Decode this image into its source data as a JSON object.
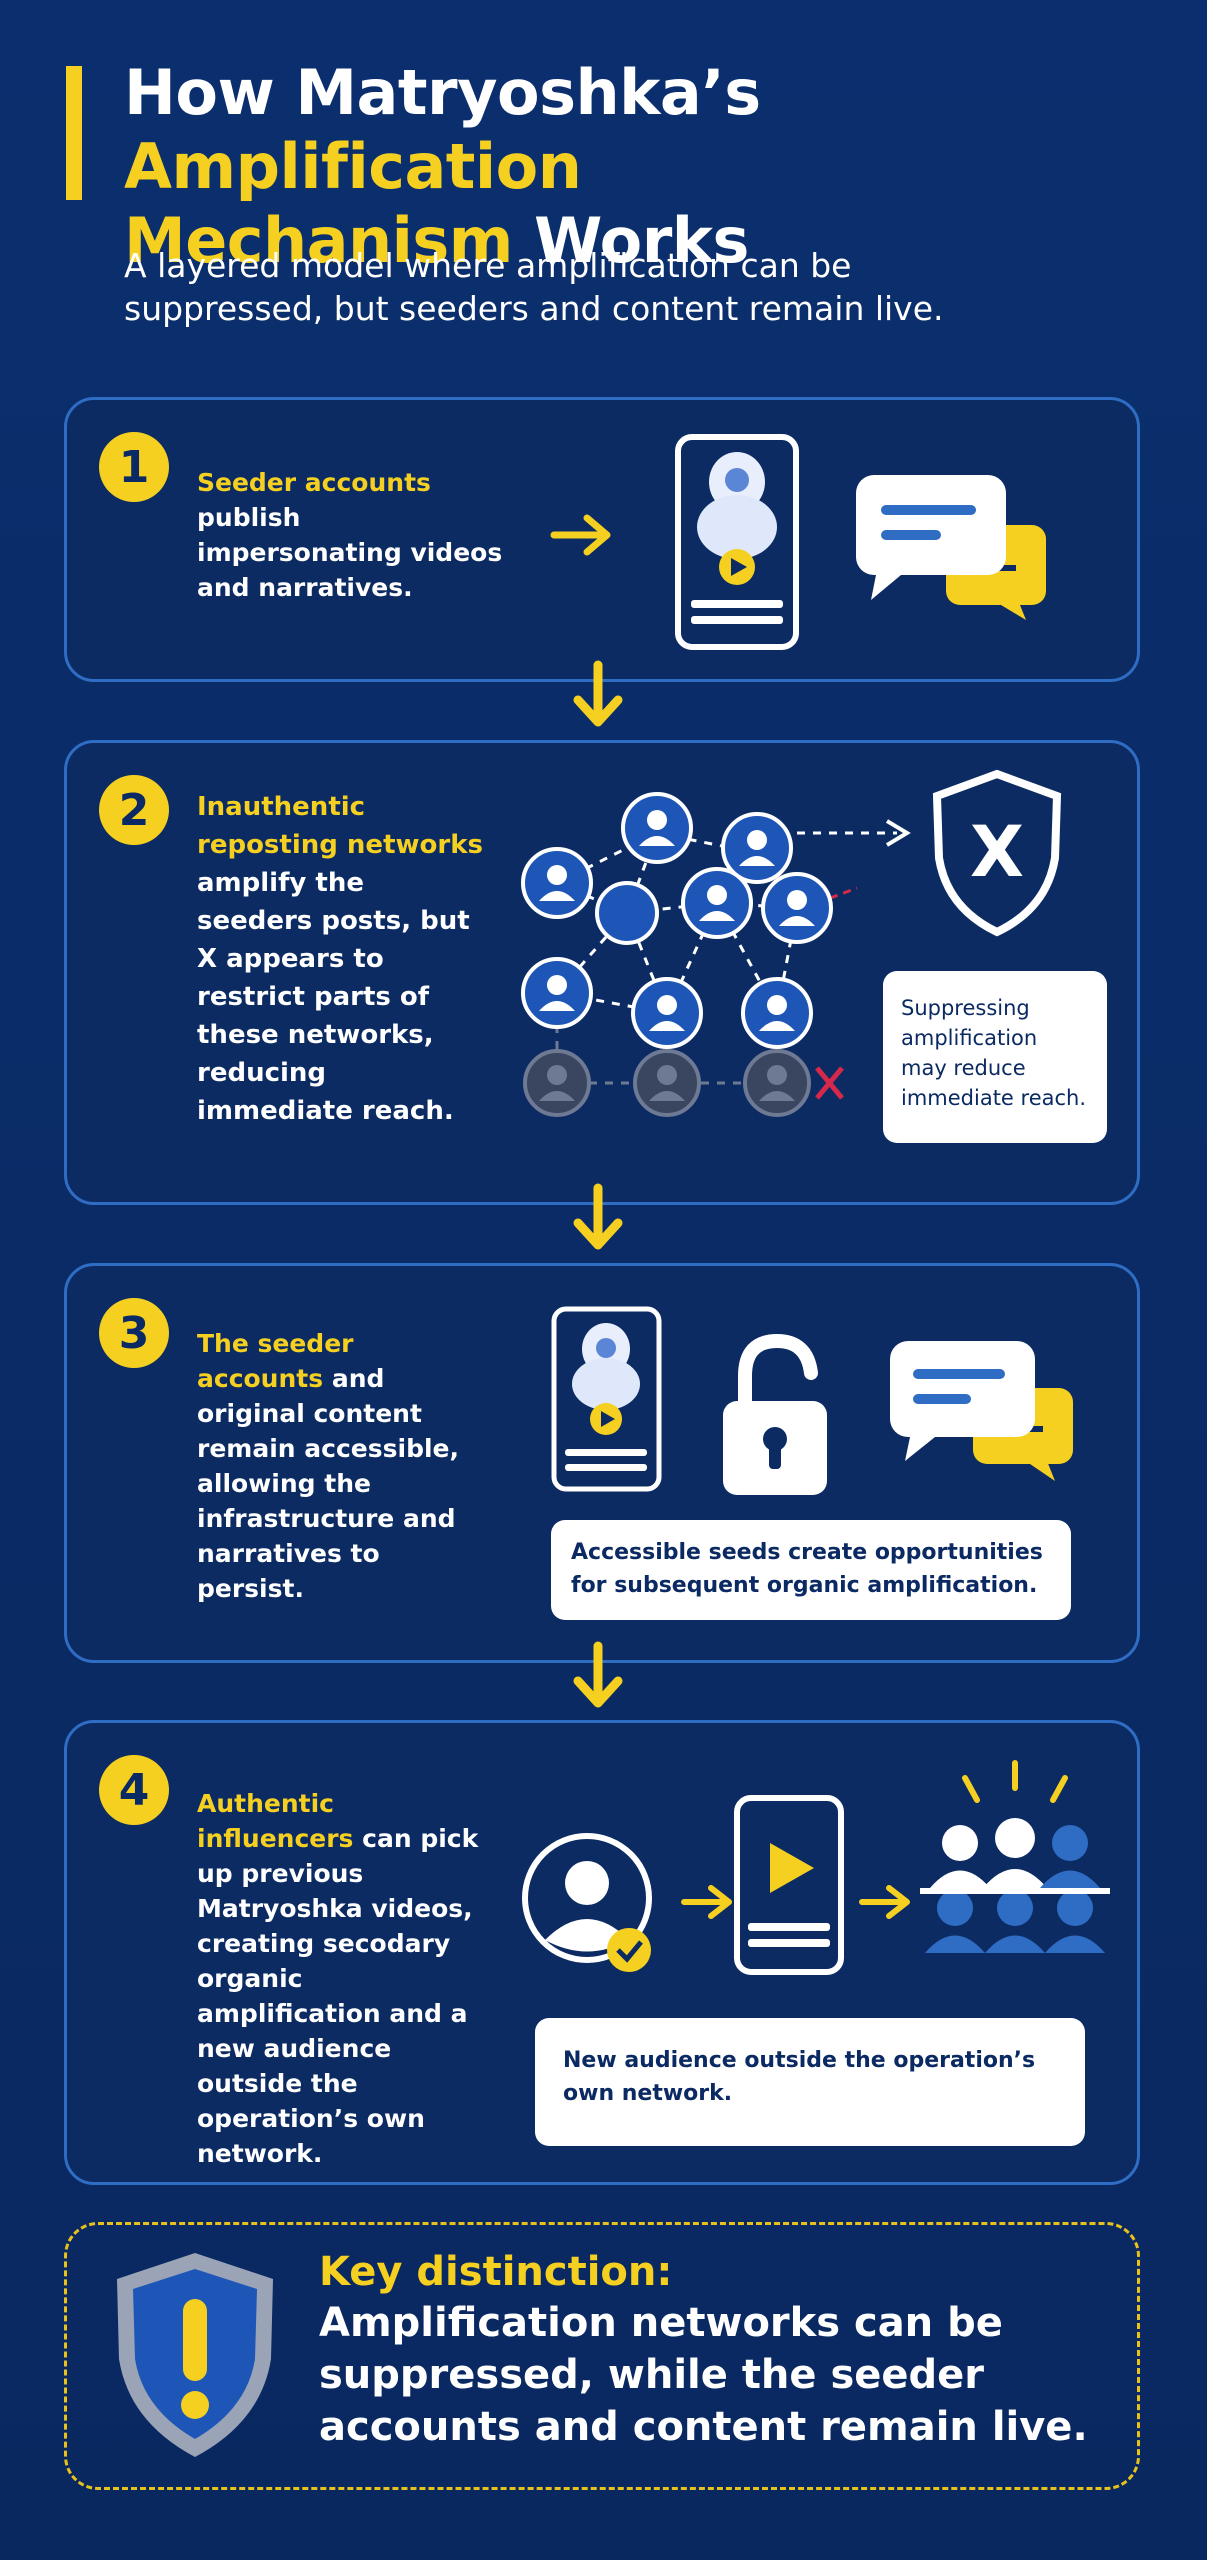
{
  "title": {
    "part1": "How Matryoshka’s ",
    "part2": "Amplification",
    "part3": "Mechanism",
    "part4": " Works"
  },
  "subtitle": "A layered model where amplification can be suppressed, but seeders and content remain live.",
  "steps": [
    {
      "number": "1",
      "highlight": "Seeder accounts",
      "text": " publish impersonating videos and narratives."
    },
    {
      "number": "2",
      "highlight": "Inauthentic reposting networks",
      "text": " amplify the seeders posts, but X appears to restrict parts of these networks, reducing immediate reach.",
      "note": "Suppressing amplification may reduce immediate reach."
    },
    {
      "number": "3",
      "highlight": "The seeder accounts",
      "text": " and original content remain accessible, allowing the infrastructure and narratives to persist.",
      "note": "Accessible seeds create opportunities for subsequent organic amplification."
    },
    {
      "number": "4",
      "highlight": "Authentic influencers",
      "text": " can pick up previous Matryoshka videos, creating secodary organic amplification and a new audience outside the operation’s own network.",
      "note": "New audience outside the operation’s own network."
    }
  ],
  "key": {
    "heading": "Key distinction:",
    "text": "Amplification networks can be suppressed, while the seeder accounts and content remain live."
  },
  "icons": [
    "matryoshka-phone-icon",
    "chat-bubbles-icon",
    "arrow-right-icon",
    "arrow-down-icon",
    "network-icon",
    "x-shield-icon",
    "unlock-icon",
    "verified-influencer-icon",
    "play-phone-icon",
    "audience-icon",
    "warning-shield-icon"
  ],
  "colors": {
    "background": "#0a2a66",
    "accent": "#f5d020",
    "panel_border": "#2f6cc4",
    "block": "#d6284a"
  }
}
